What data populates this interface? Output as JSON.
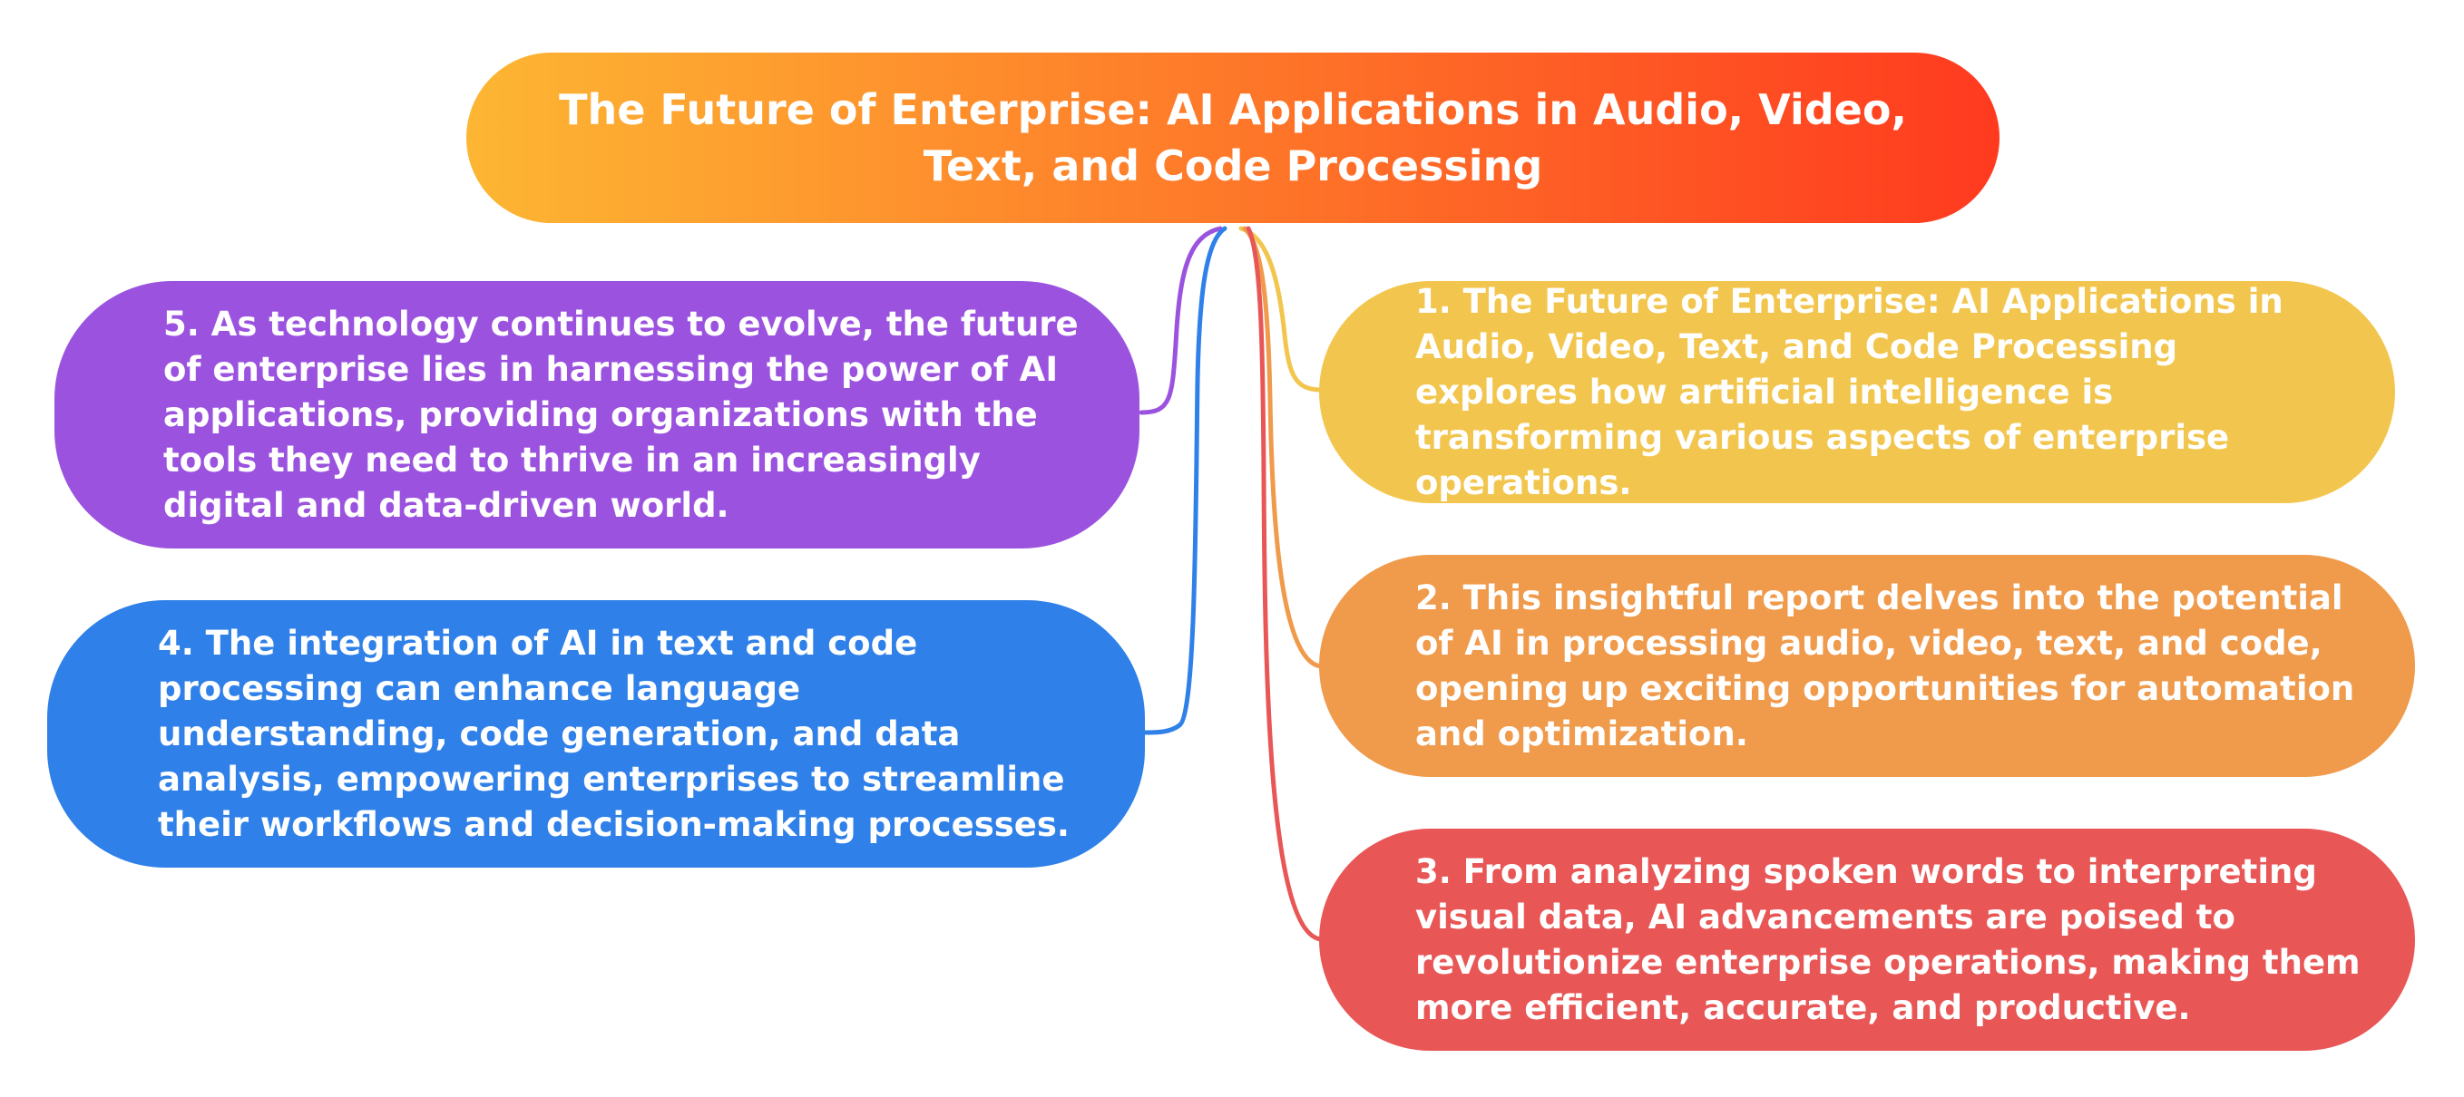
{
  "root": {
    "title": "The Future of Enterprise: AI Applications in Audio, Video, Text, and Code Processing",
    "gradient_start": "#FDB633",
    "gradient_end": "#FF3A1F"
  },
  "topics": [
    {
      "text": "1. The Future of Enterprise: AI Applications in Audio, Video, Text, and Code Processing explores how artificial intelligence is transforming various aspects of enterprise operations.",
      "color": "#F2C64E",
      "line_color": "#F2C64E"
    },
    {
      "text": "2. This insightful report delves into the potential of AI in processing audio, video, text, and code, opening up exciting opportunities for automation and optimization.",
      "color": "#F09A4B",
      "line_color": "#F09A4B"
    },
    {
      "text": "3. From analyzing spoken words to interpreting visual data, AI advancements are poised to revolutionize enterprise operations, making them more efficient, accurate, and productive.",
      "color": "#E85656",
      "line_color": "#E85656"
    },
    {
      "text": "4. The integration of AI in text and code processing can enhance language understanding, code generation, and data analysis, empowering enterprises to streamline their workflows and decision-making processes.",
      "color": "#2F80E8",
      "line_color": "#2F80E8"
    },
    {
      "text": "5. As technology continues to evolve, the future of enterprise lies in harnessing the power of AI applications, providing organizations with the tools they need to thrive in an increasingly digital and data-driven world.",
      "color": "#9B53DF",
      "line_color": "#9B53DF"
    }
  ]
}
